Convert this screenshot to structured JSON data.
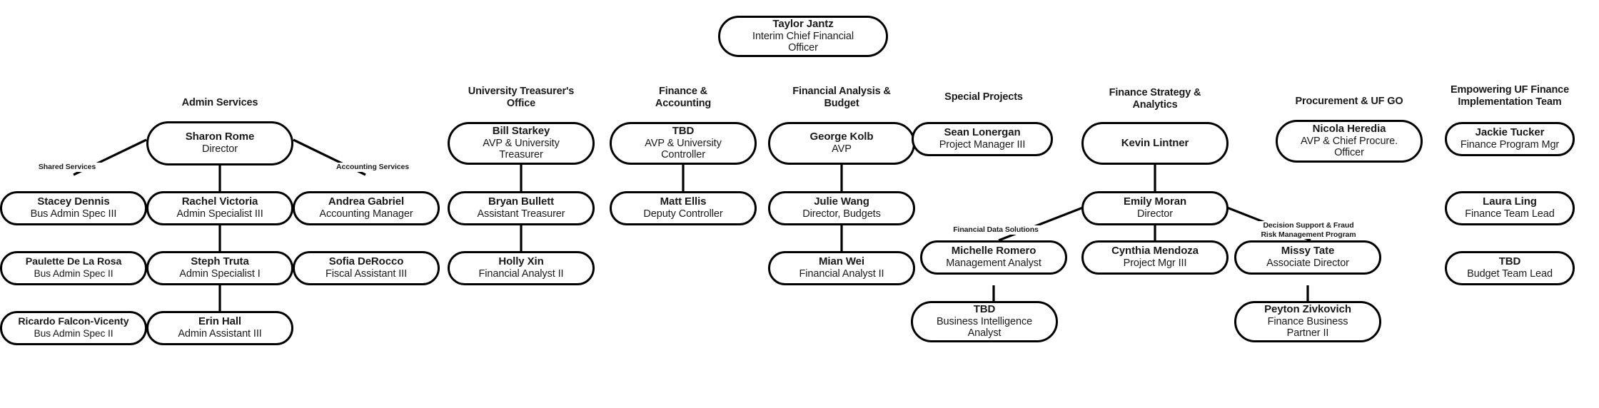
{
  "chart": {
    "type": "org-chart",
    "root": {
      "name": "Taylor Jantz",
      "title": "Interim Chief Financial Officer"
    },
    "groups": [
      {
        "id": "admin-services",
        "title": "Admin Services",
        "head": {
          "name": "Sharon Rome",
          "title": "Director"
        },
        "branch_labels": [
          "Shared Services",
          "Accounting Services"
        ],
        "columns": [
          {
            "id": "shared-services",
            "label": "Shared Services",
            "nodes": [
              {
                "name": "Stacey Dennis",
                "title": "Bus Admin Spec III"
              },
              {
                "name": "Paulette De La Rosa",
                "title": "Bus Admin Spec II"
              },
              {
                "name": "Ricardo Falcon-Vicenty",
                "title": "Bus Admin Spec II"
              }
            ]
          },
          {
            "id": "admin-center",
            "label": "",
            "nodes": [
              {
                "name": "Rachel Victoria",
                "title": "Admin Specialist III"
              },
              {
                "name": "Steph Truta",
                "title": "Admin Specialist I"
              },
              {
                "name": "Erin Hall",
                "title": "Admin Assistant III"
              }
            ]
          },
          {
            "id": "accounting-services",
            "label": "Accounting Services",
            "nodes": [
              {
                "name": "Andrea Gabriel",
                "title": "Accounting Manager"
              },
              {
                "name": "Sofia DeRocco",
                "title": "Fiscal Assistant III"
              }
            ]
          }
        ]
      },
      {
        "id": "university-treasurers-office",
        "title": "University Treasurer's Office",
        "nodes": [
          {
            "name": "Bill Starkey",
            "title": "AVP & University Treasurer"
          },
          {
            "name": "Bryan Bullett",
            "title": "Assistant Treasurer"
          },
          {
            "name": "Holly Xin",
            "title": "Financial Analyst II"
          }
        ]
      },
      {
        "id": "finance-accounting",
        "title": "Finance & Accounting",
        "nodes": [
          {
            "name": "TBD",
            "title": "AVP & University Controller"
          },
          {
            "name": "Matt Ellis",
            "title": "Deputy Controller"
          }
        ]
      },
      {
        "id": "financial-analysis-budget",
        "title": "Financial Analysis & Budget",
        "nodes": [
          {
            "name": "George Kolb",
            "title": "AVP"
          },
          {
            "name": "Julie Wang",
            "title": "Director, Budgets"
          },
          {
            "name": "Mian Wei",
            "title": "Financial Analyst II"
          }
        ]
      },
      {
        "id": "special-projects",
        "title": "Special Projects",
        "nodes": [
          {
            "name": "Sean Lonergan",
            "title": "Project Manager III"
          }
        ]
      },
      {
        "id": "finance-strategy-analytics",
        "title": "Finance Strategy & Analytics",
        "head": {
          "name": "Kevin Lintner",
          "title": ""
        },
        "director": {
          "name": "Emily Moran",
          "title": "Director"
        },
        "branch_labels": [
          "Financial Data Solutions",
          "Decision Support & Fraud Risk Management Program"
        ],
        "columns": [
          {
            "id": "financial-data-solutions",
            "label": "Financial Data Solutions",
            "nodes": [
              {
                "name": "Michelle Romero",
                "title": "Management Analyst"
              },
              {
                "name": "TBD",
                "title": "Business Intelligence Analyst"
              }
            ]
          },
          {
            "id": "analytics-center",
            "label": "",
            "nodes": [
              {
                "name": "Cynthia Mendoza",
                "title": "Project Mgr III"
              }
            ]
          },
          {
            "id": "decision-support-fraud-risk",
            "label": "Decision Support & Fraud Risk Management Program",
            "nodes": [
              {
                "name": "Missy Tate",
                "title": "Associate Director"
              },
              {
                "name": "Peyton Zivkovich",
                "title": "Finance Business Partner II"
              }
            ]
          }
        ]
      },
      {
        "id": "procurement-uf-go",
        "title": "Procurement & UF GO",
        "nodes": [
          {
            "name": "Nicola Heredia",
            "title": "AVP & Chief Procure. Officer"
          }
        ]
      },
      {
        "id": "empowering-uf-finance",
        "title": "Empowering UF Finance Implementation Team",
        "nodes": [
          {
            "name": "Jackie Tucker",
            "title": "Finance Program Mgr"
          },
          {
            "name": "Laura Ling",
            "title": "Finance Team Lead"
          },
          {
            "name": "TBD",
            "title": "Budget Team Lead"
          }
        ]
      }
    ]
  },
  "labels": {
    "root_name": "Taylor Jantz",
    "root_title_line1": "Interim Chief Financial",
    "root_title_line2": "Officer",
    "g_admin": "Admin Services",
    "g_treasurer_l1": "University Treasurer's",
    "g_treasurer_l2": "Office",
    "g_finacct_l1": "Finance &",
    "g_finacct_l2": "Accounting",
    "g_finbudget_l1": "Financial Analysis &",
    "g_finbudget_l2": "Budget",
    "g_special": "Special Projects",
    "g_strategy_l1": "Finance Strategy &",
    "g_strategy_l2": "Analytics",
    "g_procure": "Procurement & UF GO",
    "g_empower_l1": "Empowering UF Finance",
    "g_empower_l2": "Implementation Team",
    "e_shared": "Shared Services",
    "e_accounting": "Accounting Services",
    "e_fds": "Financial Data Solutions",
    "e_dsf_l1": "Decision Support & Fraud",
    "e_dsf_l2": "Risk Management Program",
    "n_sharon_nm": "Sharon Rome",
    "n_sharon_ttl": "Director",
    "n_stacey_nm": "Stacey Dennis",
    "n_stacey_ttl": "Bus Admin Spec III",
    "n_paulette_nm": "Paulette De La Rosa",
    "n_paulette_ttl": "Bus Admin Spec II",
    "n_ricardo_nm": "Ricardo Falcon-Vicenty",
    "n_ricardo_ttl": "Bus Admin Spec II",
    "n_rachel_nm": "Rachel Victoria",
    "n_rachel_ttl": "Admin Specialist III",
    "n_steph_nm": "Steph Truta",
    "n_steph_ttl": "Admin Specialist I",
    "n_erin_nm": "Erin Hall",
    "n_erin_ttl": "Admin Assistant III",
    "n_andrea_nm": "Andrea Gabriel",
    "n_andrea_ttl": "Accounting Manager",
    "n_sofia_nm": "Sofia DeRocco",
    "n_sofia_ttl": "Fiscal Assistant III",
    "n_bill_nm": "Bill Starkey",
    "n_bill_l1": "AVP & University",
    "n_bill_l2": "Treasurer",
    "n_bryan_nm": "Bryan Bullett",
    "n_bryan_ttl": "Assistant Treasurer",
    "n_holly_nm": "Holly Xin",
    "n_holly_ttl": "Financial Analyst II",
    "n_tbdctrl_nm": "TBD",
    "n_tbdctrl_l1": "AVP & University",
    "n_tbdctrl_l2": "Controller",
    "n_matt_nm": "Matt Ellis",
    "n_matt_ttl": "Deputy Controller",
    "n_george_nm": "George Kolb",
    "n_george_ttl": "AVP",
    "n_julie_nm": "Julie Wang",
    "n_julie_ttl": "Director, Budgets",
    "n_mian_nm": "Mian Wei",
    "n_mian_ttl": "Financial Analyst II",
    "n_sean_nm": "Sean Lonergan",
    "n_sean_ttl": "Project Manager III",
    "n_kevin_nm": "Kevin Lintner",
    "n_emily_nm": "Emily Moran",
    "n_emily_ttl": "Director",
    "n_michelle_nm": "Michelle Romero",
    "n_michelle_ttl": "Management Analyst",
    "n_tbdbi_nm": "TBD",
    "n_tbdbi_l1": "Business Intelligence",
    "n_tbdbi_l2": "Analyst",
    "n_cynthia_nm": "Cynthia Mendoza",
    "n_cynthia_ttl": "Project Mgr III",
    "n_missy_nm": "Missy Tate",
    "n_missy_ttl": "Associate Director",
    "n_peyton_nm": "Peyton Zivkovich",
    "n_peyton_l1": "Finance Business",
    "n_peyton_l2": "Partner II",
    "n_nicola_nm": "Nicola Heredia",
    "n_nicola_l1": "AVP & Chief Procure.",
    "n_nicola_l2": "Officer",
    "n_jackie_nm": "Jackie Tucker",
    "n_jackie_ttl": "Finance Program Mgr",
    "n_laura_nm": "Laura Ling",
    "n_laura_ttl": "Finance Team Lead",
    "n_tbdbud_nm": "TBD",
    "n_tbdbud_ttl": "Budget Team Lead"
  },
  "colors": {
    "stroke": "#000000",
    "background": "#ffffff",
    "text": "#1a1a1a"
  }
}
